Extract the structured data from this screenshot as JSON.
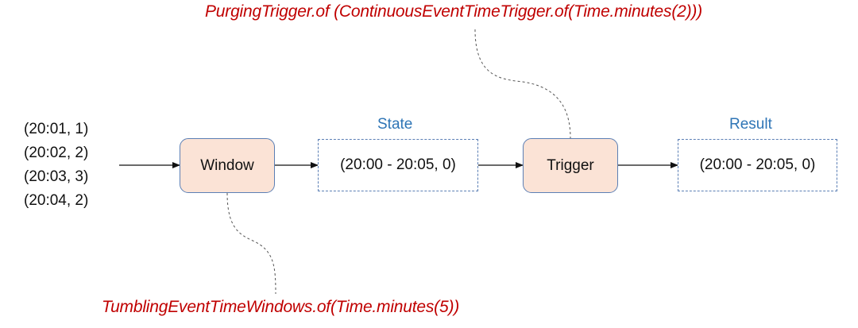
{
  "annotations": {
    "trigger": "PurgingTrigger.of (ContinuousEventTimeTrigger.of(Time.minutes(2)))",
    "window": "TumblingEventTimeWindows.of(Time.minutes(5))"
  },
  "input_events": [
    "(20:01, 1)",
    "(20:02, 2)",
    "(20:03, 3)",
    "(20:04, 2)"
  ],
  "nodes": {
    "window": "Window",
    "state_label": "State",
    "state_value": "(20:00 - 20:05, 0)",
    "trigger": "Trigger",
    "result_label": "Result",
    "result_value": "(20:00 - 20:05, 0)"
  },
  "colors": {
    "annotation": "#c00000",
    "label": "#2e75b6",
    "box_fill": "#fbe3d6",
    "box_border": "#5b7fb5"
  }
}
